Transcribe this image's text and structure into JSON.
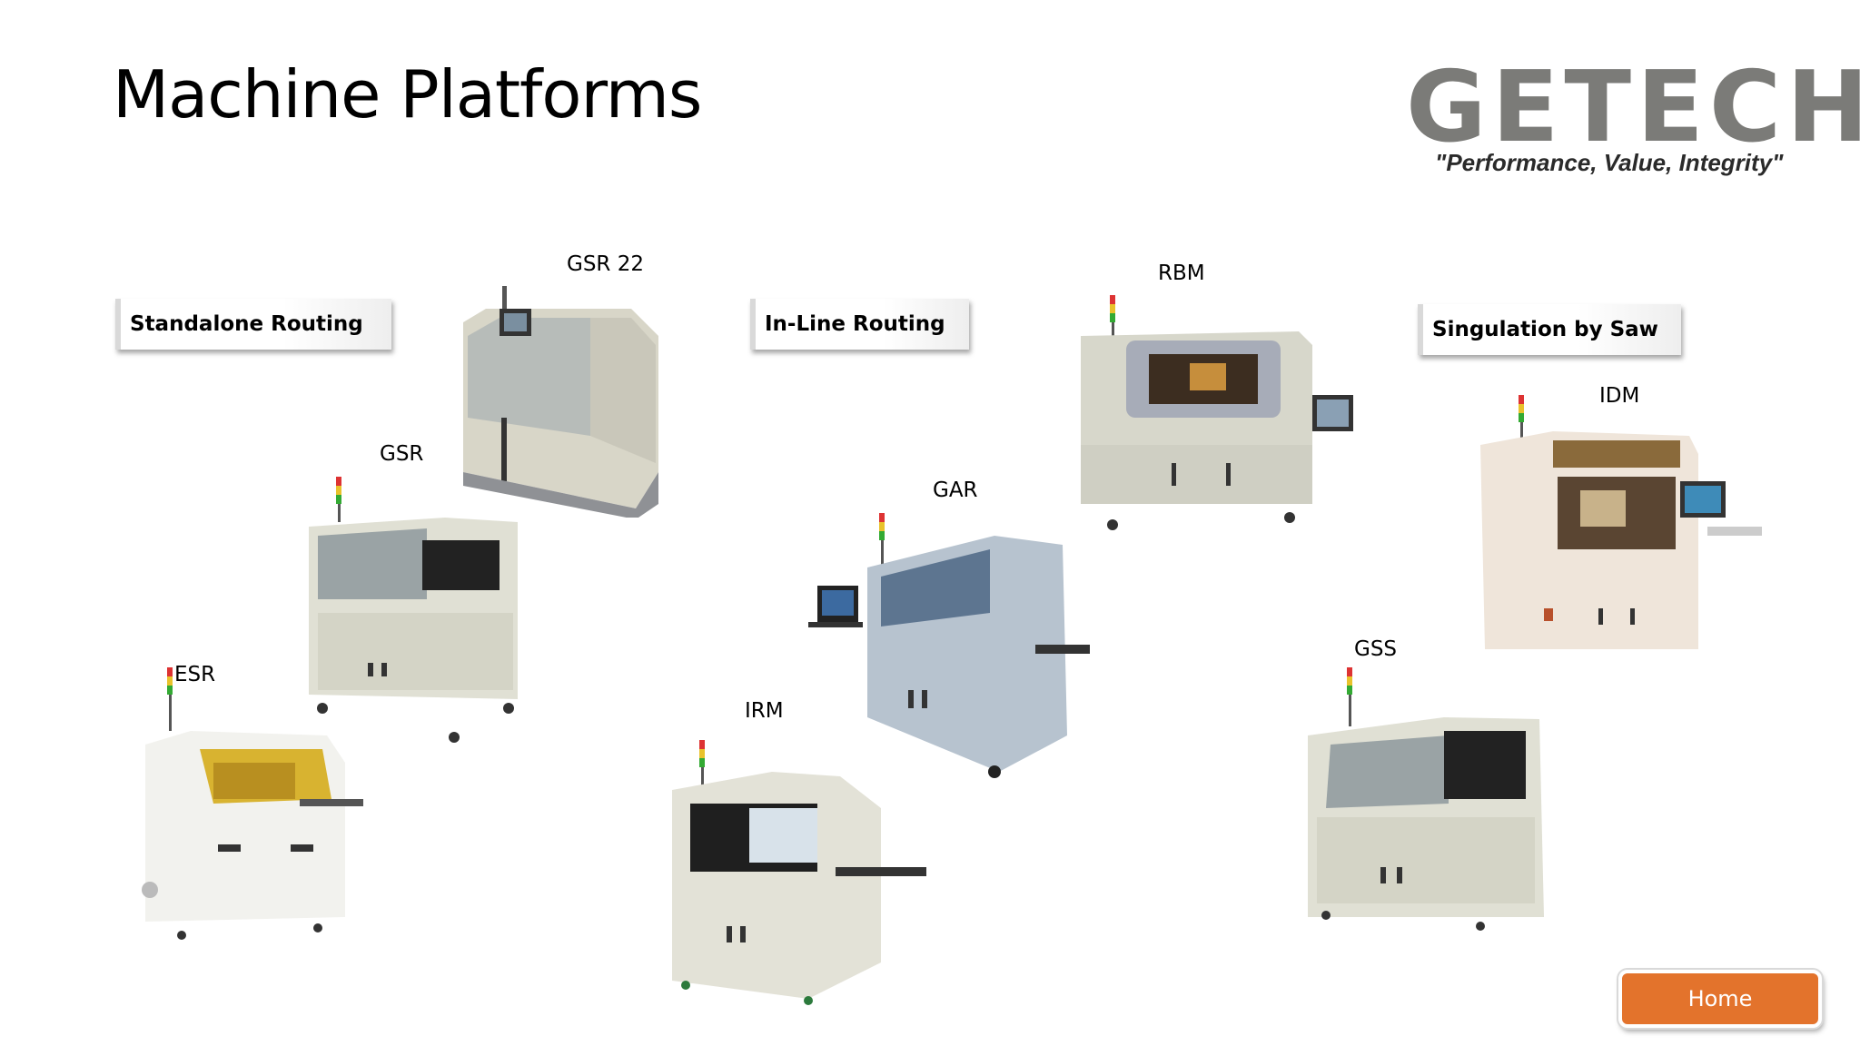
{
  "page": {
    "title": "Machine Platforms"
  },
  "logo": {
    "wordmark": "GETECH",
    "tagline": "\"Performance, Value, Integrity\"",
    "brand_gray": "#7b7b78",
    "brand_green": "#2f9a63"
  },
  "categories": [
    {
      "label": "Standalone Routing"
    },
    {
      "label": "In-Line Routing"
    },
    {
      "label": "Singulation by Saw"
    }
  ],
  "machines": [
    {
      "label": "GSR 22"
    },
    {
      "label": "GSR"
    },
    {
      "label": "ESR"
    },
    {
      "label": "RBM"
    },
    {
      "label": "GAR"
    },
    {
      "label": "IRM"
    },
    {
      "label": "IDM"
    },
    {
      "label": "GSS"
    }
  ],
  "nav": {
    "home_label": "Home",
    "home_color": "#e3732c"
  }
}
